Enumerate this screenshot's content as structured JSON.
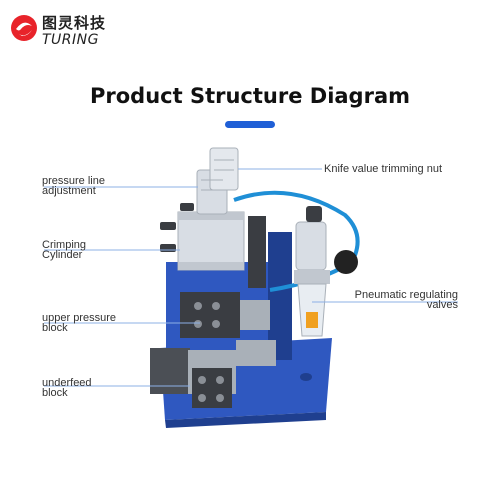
{
  "brand": {
    "name_cn": "图灵科技",
    "name_en": "TURING",
    "colors": {
      "mark": "#e8232a",
      "mark_inner": "#ffffff"
    }
  },
  "header": {
    "title": "Product Structure Diagram",
    "accent_color": "#1f5fd6"
  },
  "callouts": {
    "left": [
      {
        "lines": [
          "pressure line",
          "adjustment"
        ]
      },
      {
        "lines": [
          "Crimping",
          "Cylinder"
        ]
      },
      {
        "lines": [
          "upper pressure",
          "block"
        ]
      },
      {
        "lines": [
          "underfeed",
          "block"
        ]
      }
    ],
    "right": [
      {
        "lines": [
          "Knife value trimming nut"
        ]
      },
      {
        "lines": [
          "Pneumatic regulating",
          "valves"
        ]
      }
    ],
    "line_color": "#8cb0e6"
  },
  "machine": {
    "colors": {
      "base": "#2f58c0",
      "base_dark": "#1f3f8f",
      "cylinder": "#d8dde4",
      "steel": "#a9b0b8",
      "dark_block": "#3a3d42",
      "hose": "#1f8fd6",
      "valve_black": "#222222"
    }
  }
}
